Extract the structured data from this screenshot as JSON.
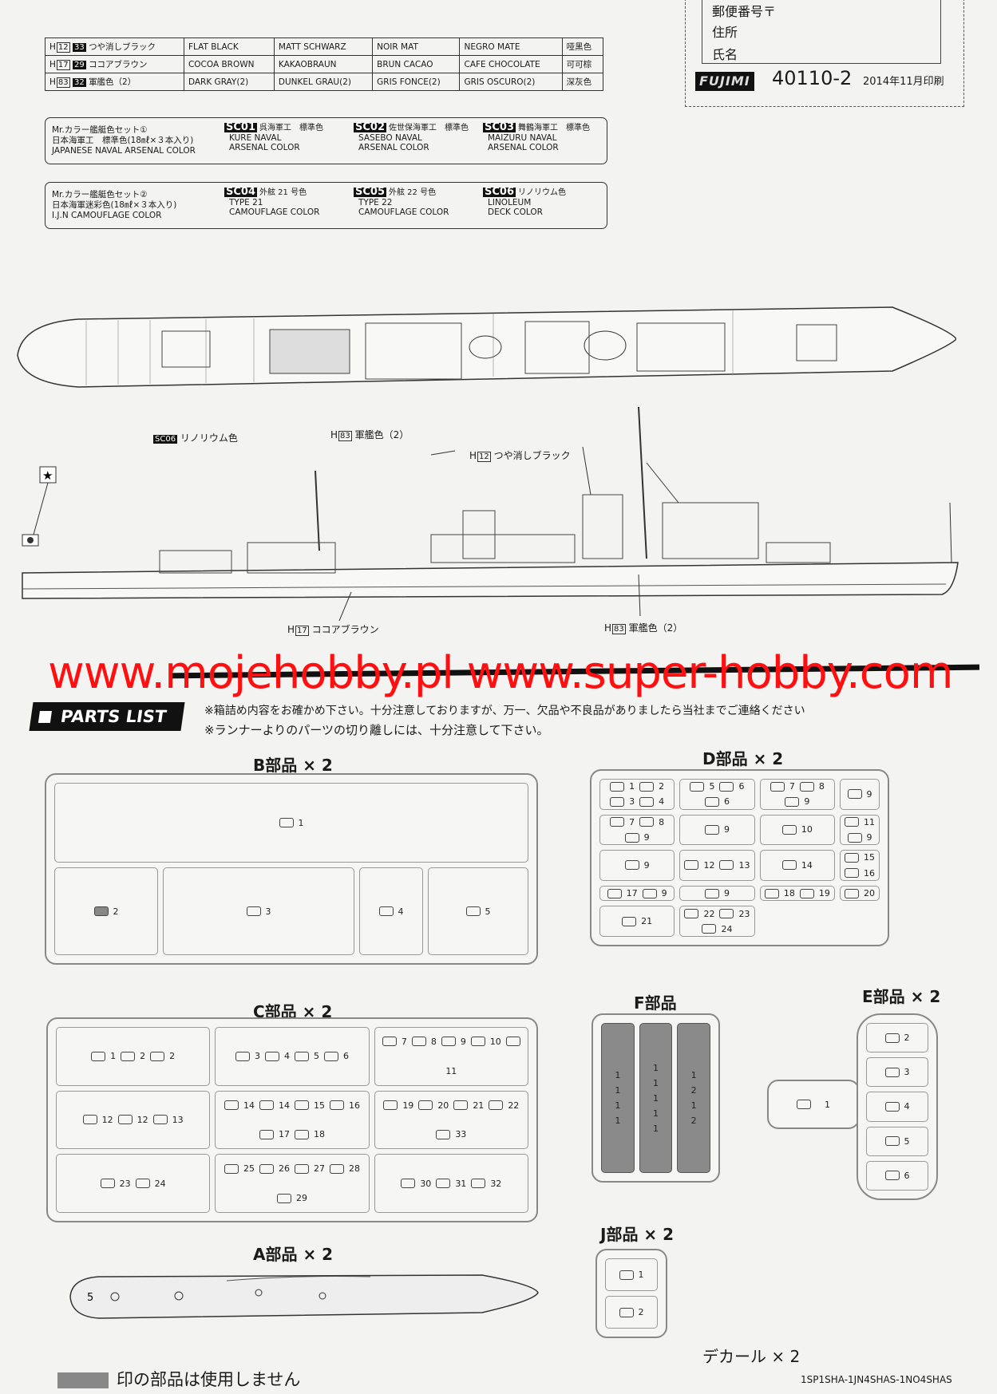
{
  "colors": {
    "accent_red": "#ff1010",
    "unused_gray": "#888888"
  },
  "color_table": [
    {
      "code": "12",
      "num": "33",
      "jp": "つや消しブラック",
      "en": "FLAT BLACK",
      "de": "MATT SCHWARZ",
      "fr": "NOIR MAT",
      "es": "NEGRO MATE",
      "cn": "哑黑色"
    },
    {
      "code": "17",
      "num": "29",
      "jp": "ココアブラウン",
      "en": "COCOA BROWN",
      "de": "KAKAOBRAUN",
      "fr": "BRUN CACAO",
      "es": "CAFE CHOCOLATE",
      "cn": "可可棕"
    },
    {
      "code": "83",
      "num": "32",
      "jp": "軍艦色（2）",
      "en": "DARK GRAY(2)",
      "de": "DUNKEL GRAU(2)",
      "fr": "GRIS FONCE(2)",
      "es": "GRIS OSCURO(2)",
      "cn": "深灰色"
    }
  ],
  "color_prefix": "H",
  "sets": [
    {
      "l1": "Mr.カラー艦艇色セット①",
      "l2": "日本海軍工　標準色(18㎖×３本入り)",
      "l3": "JAPANESE NAVAL ARSENAL COLOR",
      "items": [
        {
          "code": "SC01",
          "jp": "呉海軍工　標準色",
          "en1": "KURE NAVAL",
          "en2": "ARSENAL COLOR"
        },
        {
          "code": "SC02",
          "jp": "佐世保海軍工　標準色",
          "en1": "SASEBO NAVAL",
          "en2": "ARSENAL COLOR"
        },
        {
          "code": "SC03",
          "jp": "舞鶴海軍工　標準色",
          "en1": "MAIZURU NAVAL",
          "en2": "ARSENAL COLOR"
        }
      ]
    },
    {
      "l1": "Mr.カラー艦艇色セット②",
      "l2": "日本海軍迷彩色(18㎖×３本入り)",
      "l3": "I.J.N CAMOUFLAGE COLOR",
      "items": [
        {
          "code": "SC04",
          "jp": "外舷 21 号色",
          "en1": "TYPE 21",
          "en2": "CAMOUFLAGE COLOR"
        },
        {
          "code": "SC05",
          "jp": "外舷 22 号色",
          "en1": "TYPE 22",
          "en2": "CAMOUFLAGE COLOR"
        },
        {
          "code": "SC06",
          "jp": "リノリウム色",
          "en1": "LINOLEUM",
          "en2": "DECK COLOR"
        }
      ]
    }
  ],
  "address": {
    "postal": "郵便番号〒",
    "addr": "住所",
    "name": "氏名",
    "brand": "FUJIMI",
    "kit_code": "40110-2",
    "date": "2014年11月印刷"
  },
  "ship_labels": {
    "deck": {
      "code": "SC06",
      "text": "リノリウム色"
    },
    "top_gray": {
      "prefix": "H",
      "code": "83",
      "text": "軍艦色（2）"
    },
    "funnel": {
      "prefix": "H",
      "code": "12",
      "text": "つや消しブラック"
    },
    "hull": {
      "prefix": "H",
      "code": "17",
      "text": "ココアブラウン"
    },
    "side_gray": {
      "prefix": "H",
      "code": "83",
      "text": "軍艦色（2）"
    }
  },
  "watermark": "www.mojehobby.pl www.super-hobby.com",
  "parts_list": {
    "title": "PARTS LIST",
    "note1": "※箱詰め内容をお確かめ下さい。十分注意しておりますが、万一、欠品や不良品がありましたら当社までご連絡ください",
    "note2": "※ランナーよりのパーツの切り離しには、十分注意して下さい。"
  },
  "runners": {
    "B": {
      "title": "B部品 × 2",
      "cells": [
        [
          "1"
        ],
        [
          "2"
        ],
        [
          "3"
        ],
        [
          "4"
        ],
        [
          "5"
        ]
      ]
    },
    "D": {
      "title": "D部品 × 2",
      "cells": [
        [
          "1",
          "2",
          "3",
          "4"
        ],
        [
          "5",
          "6",
          "6"
        ],
        [
          "7",
          "8",
          "9"
        ],
        [
          "9"
        ],
        [
          "7",
          "8",
          "9"
        ],
        [
          "9"
        ],
        [
          "10"
        ],
        [
          "11",
          "9"
        ],
        [
          "9"
        ],
        [
          "12",
          "13"
        ],
        [
          "14"
        ],
        [
          "15",
          "16"
        ],
        [
          "17",
          "9"
        ],
        [
          "9"
        ],
        [
          "18",
          "19"
        ],
        [
          "20"
        ],
        [
          "21"
        ],
        [
          "22",
          "23",
          "24"
        ]
      ]
    },
    "C": {
      "title": "C部品 × 2",
      "cells": [
        [
          "1",
          "2",
          "2"
        ],
        [
          "3",
          "4",
          "5",
          "6"
        ],
        [
          "7",
          "8",
          "9",
          "10",
          "11"
        ],
        [
          "12",
          "12",
          "13"
        ],
        [
          "14",
          "14",
          "15",
          "16",
          "17",
          "18"
        ],
        [
          "19",
          "20",
          "21",
          "22",
          "33"
        ],
        [
          "23",
          "24"
        ],
        [
          "25",
          "26",
          "27",
          "28",
          "29"
        ],
        [
          "30",
          "31",
          "32"
        ]
      ]
    },
    "F": {
      "title": "F部品",
      "cells": [
        [
          "1",
          "1",
          "1",
          "1"
        ],
        [
          "1",
          "1",
          "1",
          "1",
          "1"
        ],
        [
          "1",
          "2",
          "1",
          "2"
        ]
      ]
    },
    "E": {
      "title": "E部品 × 2",
      "tab": "1",
      "cells": [
        [
          "2"
        ],
        [
          "3"
        ],
        [
          "4"
        ],
        [
          "5"
        ],
        [
          "6"
        ]
      ]
    },
    "A": {
      "title": "A部品 × 2"
    },
    "J": {
      "title": "J部品 × 2",
      "cells": [
        [
          "1"
        ],
        [
          "2"
        ]
      ]
    }
  },
  "decal": "デカール × 2",
  "legend": "印の部品は使用しません",
  "footer_code": "1SP1SHA-1JN4SHAS-1NO4SHAS"
}
